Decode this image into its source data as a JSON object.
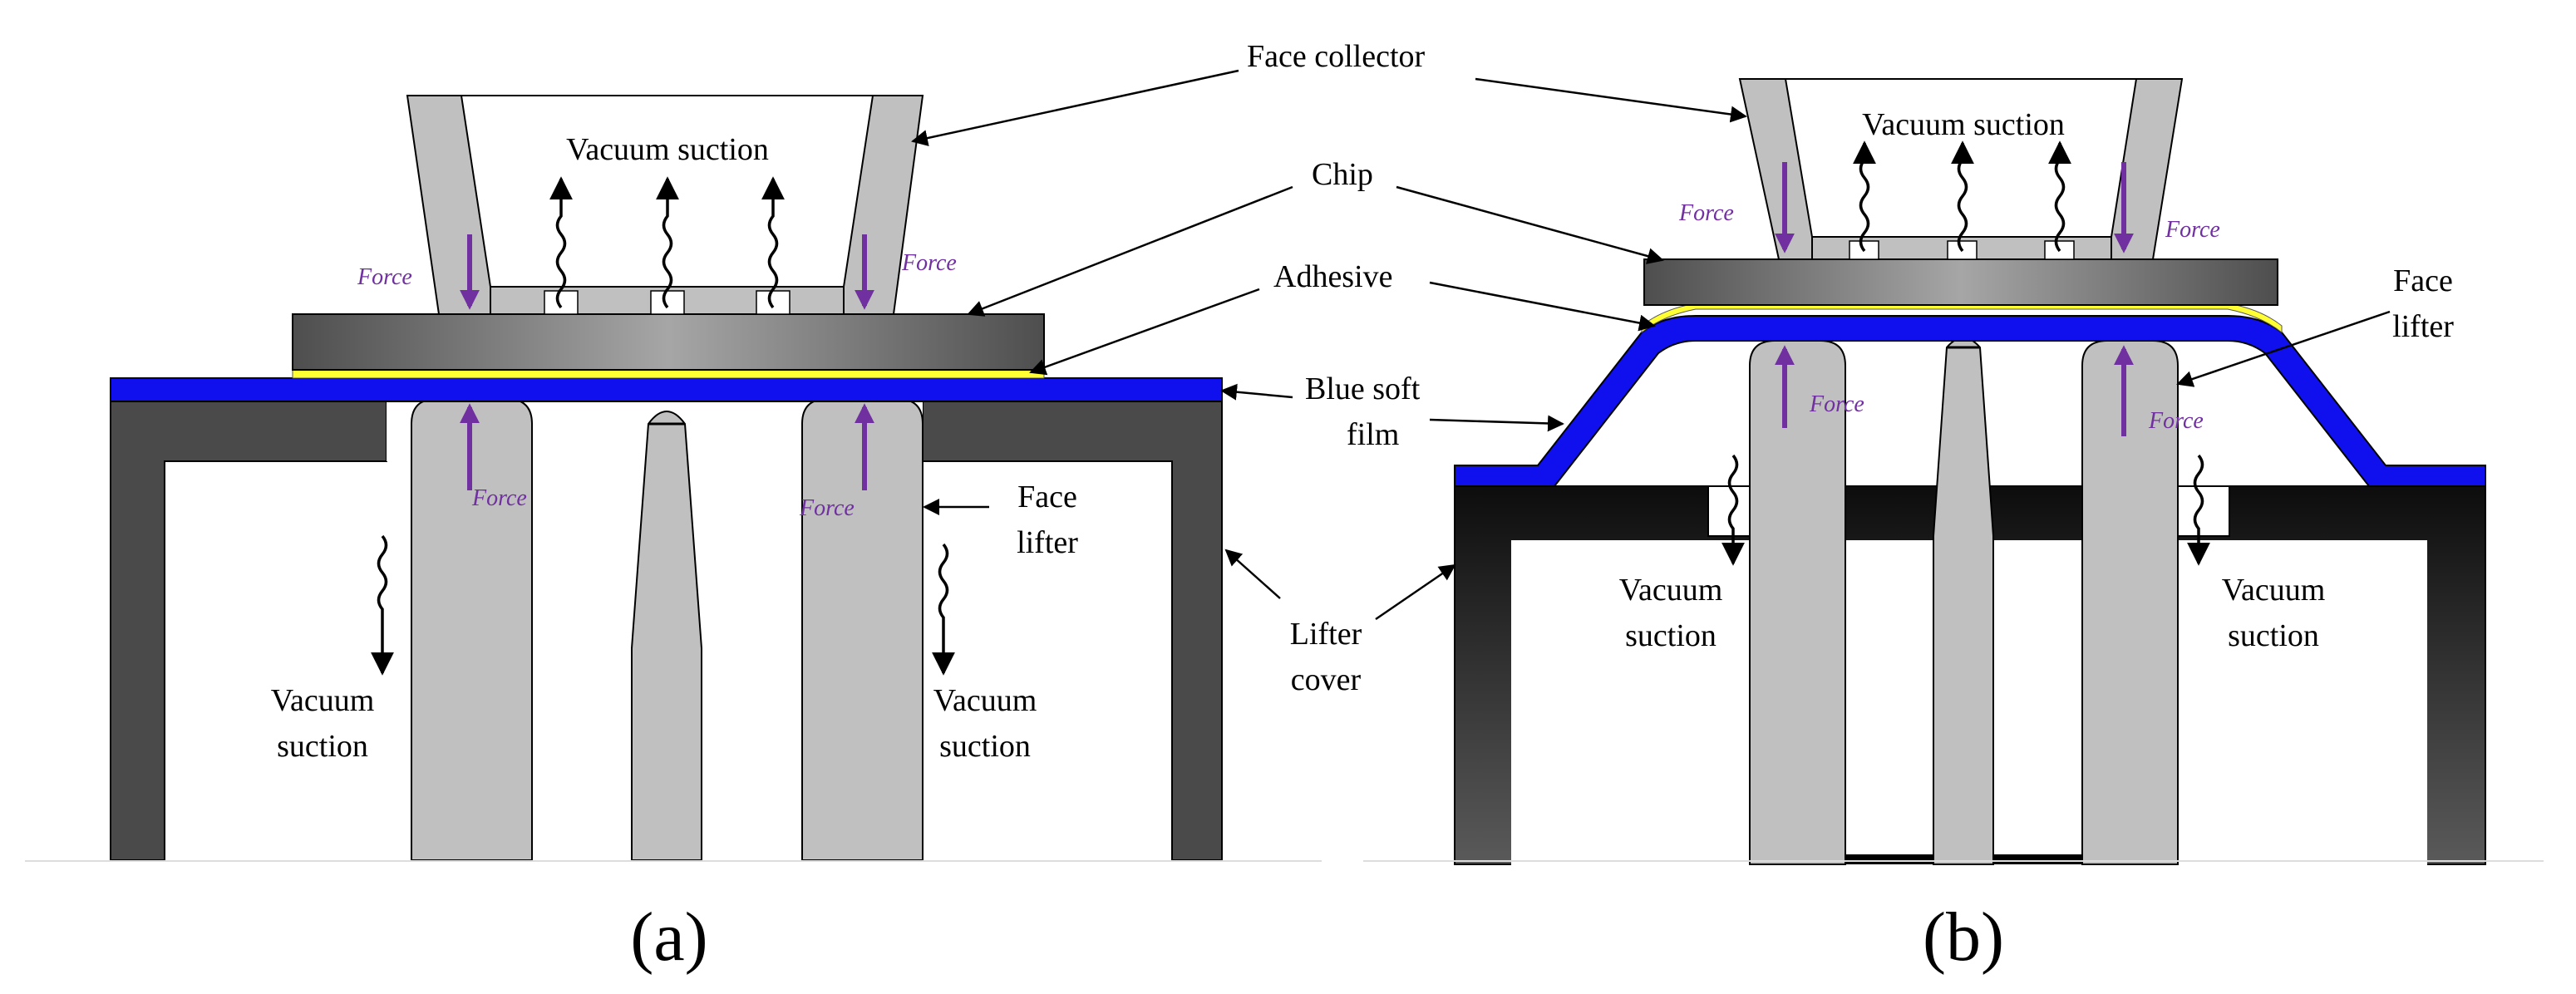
{
  "labels": {
    "face_collector": "Face collector",
    "vacuum_suction": "Vacuum suction",
    "chip": "Chip",
    "adhesive": "Adhesive",
    "blue_soft_film_1": "Blue soft",
    "blue_soft_film_2": "film",
    "face_lifter_1": "Face",
    "face_lifter_2": "lifter",
    "lifter_cover_1": "Lifter",
    "lifter_cover_2": "cover",
    "vacuum": "Vacuum",
    "suction": "suction",
    "force": "Force"
  },
  "captions": {
    "a": "(a)",
    "b": "(b)"
  },
  "colors": {
    "blue_film": "#1010ee",
    "adhesive": "#ffff33",
    "chip_gray": "#7a7a7a",
    "lifter_gray": "#c0c0c0",
    "cover_dark": "#4a4a4a",
    "force_purple": "#7030a0"
  }
}
